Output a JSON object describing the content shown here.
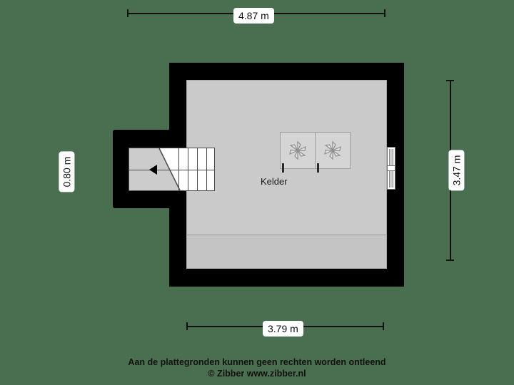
{
  "plan": {
    "room_label": "Kelder",
    "background_color": "#4a6e50",
    "floor_color": "#cacaca",
    "wall_color": "#000000"
  },
  "dimensions": {
    "top": {
      "value": "4.87 m"
    },
    "left": {
      "value": "0.80 m"
    },
    "right": {
      "value": "3.47 m"
    },
    "bottom": {
      "value": "3.79 m"
    }
  },
  "fixtures": {
    "stairs": {
      "name": "staircase",
      "direction_icon": "arrow-left-icon"
    },
    "appliance_left": {
      "name": "washing-machine",
      "symbol": "asterisk-icon"
    },
    "appliance_right": {
      "name": "dryer",
      "symbol": "asterisk-icon"
    },
    "window": {
      "name": "window"
    }
  },
  "footer": {
    "line1": "Aan de plattegronden kunnen geen rechten worden ontleend",
    "line2": "© Zibber www.zibber.nl"
  }
}
